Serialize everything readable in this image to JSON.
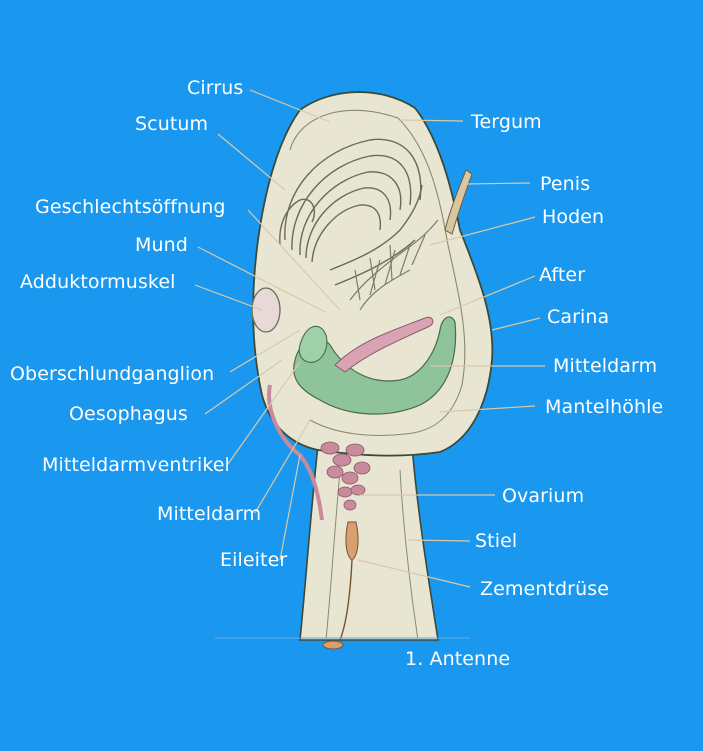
{
  "colors": {
    "background": "#1a98f0",
    "shell": "#e8e5d2",
    "outline": "#3a4a3a",
    "midgut": "#8fc39a",
    "gonad": "#c88a9c",
    "leader": "#d9c9a8"
  },
  "labels": {
    "cirrus": "Cirrus",
    "scutum": "Scutum",
    "tergum": "Tergum",
    "penis": "Penis",
    "geschlechtsoeffnung": "Geschlechtsöffnung",
    "hoden": "Hoden",
    "mund": "Mund",
    "after": "After",
    "adduktormuskel": "Adduktormuskel",
    "carina": "Carina",
    "oberschlundganglion": "Oberschlundganglion",
    "mitteldarm_right": "Mitteldarm",
    "oesophagus": "Oesophagus",
    "mantelhoehle": "Mantelhöhle",
    "mitteldarmventrikel": "Mitteldarmventrikel",
    "ovarium": "Ovarium",
    "mitteldarm_left": "Mitteldarm",
    "stiel": "Stiel",
    "eileiter": "Eileiter",
    "zementdruese": "Zementdrüse",
    "antenne": "1. Antenne"
  }
}
